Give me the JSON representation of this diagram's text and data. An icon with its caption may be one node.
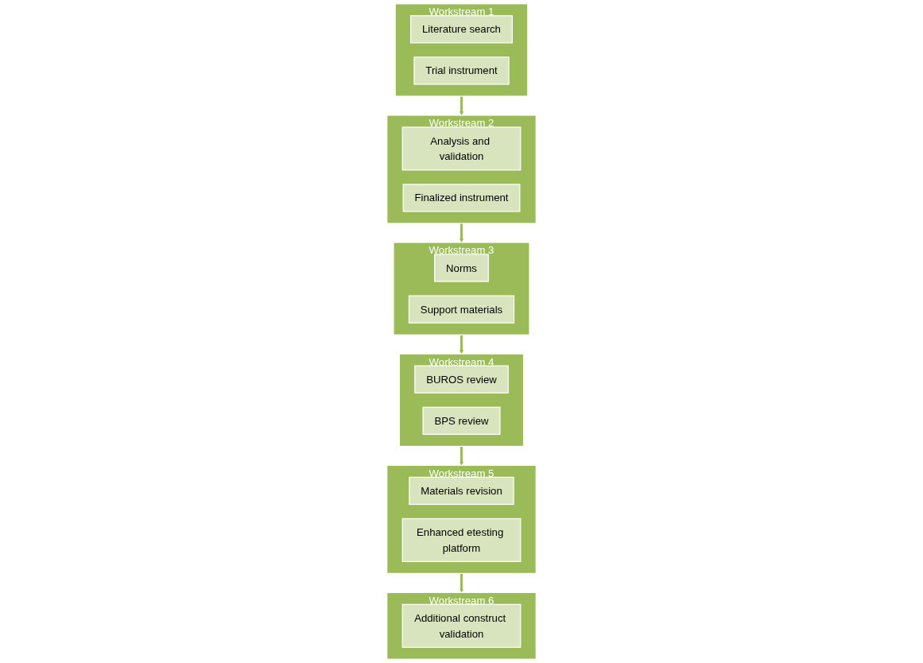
{
  "diagram": {
    "nodes": [
      {
        "text": [
          "Workstream 1"
        ]
      },
      {
        "text": [
          "Literature search"
        ],
        "in": 0
      },
      {
        "text": [
          "Trial instrument"
        ],
        "in": 0
      },
      {
        "text": [
          "Workstream 2"
        ]
      },
      {
        "text": [
          "Analysis and validation"
        ],
        "in": 3
      },
      {
        "text": [
          "Finalized instrument"
        ],
        "in": 3
      },
      {
        "text": [
          "Workstream 3"
        ]
      },
      {
        "text": [
          "Norms"
        ],
        "in": 6
      },
      {
        "text": [
          "Support materials"
        ],
        "in": 6
      },
      {
        "text": [
          "Workstream 4"
        ]
      },
      {
        "text": [
          "BUROS review"
        ],
        "in": 9
      },
      {
        "text": [
          "BPS review"
        ],
        "in": 9
      },
      {
        "text": [
          "Workstream 5"
        ]
      },
      {
        "text": [
          "Materials revision"
        ],
        "in": 12
      },
      {
        "text": [
          "Enhanced etesting platform"
        ],
        "in": 12
      },
      {
        "text": [
          "Workstream 6"
        ]
      },
      {
        "text": [
          "Additional construct validation"
        ],
        "in": 15
      }
    ],
    "edges": [
      {
        "from": 0,
        "to": 3,
        "arrow": "to"
      },
      {
        "from": 3,
        "to": 6,
        "arrow": "to"
      },
      {
        "from": 6,
        "to": 9,
        "arrow": "to"
      },
      {
        "from": 9,
        "to": 12,
        "arrow": "to"
      },
      {
        "from": 12,
        "to": 15,
        "arrow": "to"
      }
    ]
  }
}
